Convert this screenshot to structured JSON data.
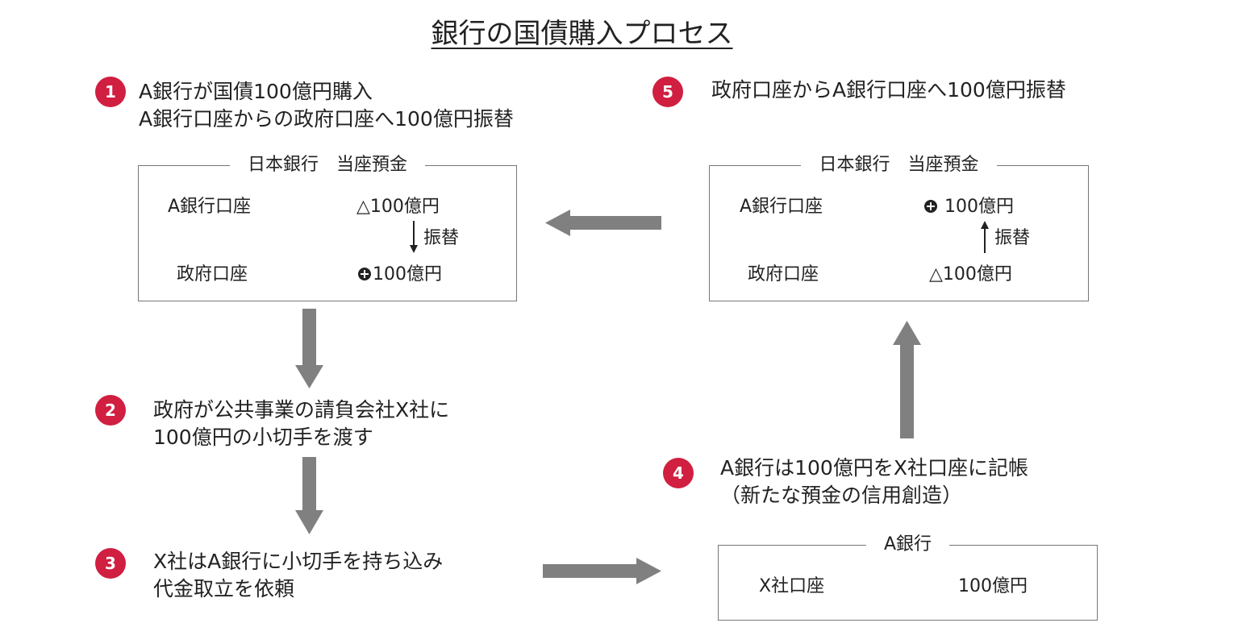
{
  "title": "銀行の国債購入プロセス",
  "steps": [
    {
      "number": "1",
      "line1": "A銀行が国債100億円購入",
      "line2": "A銀行口座からの政府口座へ100億円振替"
    },
    {
      "number": "2",
      "line1": "政府が公共事業の請負会社X社に",
      "line2": "100億円の小切手を渡す"
    },
    {
      "number": "3",
      "line1": "X社はA銀行に小切手を持ち込み",
      "line2": "代金取立を依頼"
    },
    {
      "number": "4",
      "line1": "A銀行は100億円をX社口座に記帳",
      "line2": "（新たな預金の信用創造）"
    },
    {
      "number": "5",
      "line1": "政府口座からA銀行口座へ100億円振替"
    }
  ],
  "box_left": {
    "title": "日本銀行　当座預金",
    "row1_label": "A銀行口座",
    "row1_value": "△100億円",
    "transfer": "振替",
    "row2_label": "政府口座",
    "row2_value": "100億円"
  },
  "box_right": {
    "title": "日本銀行　当座預金",
    "row1_label": "A銀行口座",
    "row1_value": "100億円",
    "transfer": "振替",
    "row2_label": "政府口座",
    "row2_value": "△100億円"
  },
  "box_bank": {
    "title": "A銀行",
    "row1_label": "X社口座",
    "row1_value": "100億円"
  },
  "colors": {
    "badge": "#d01f40",
    "arrow": "#808080",
    "border": "#777777"
  }
}
